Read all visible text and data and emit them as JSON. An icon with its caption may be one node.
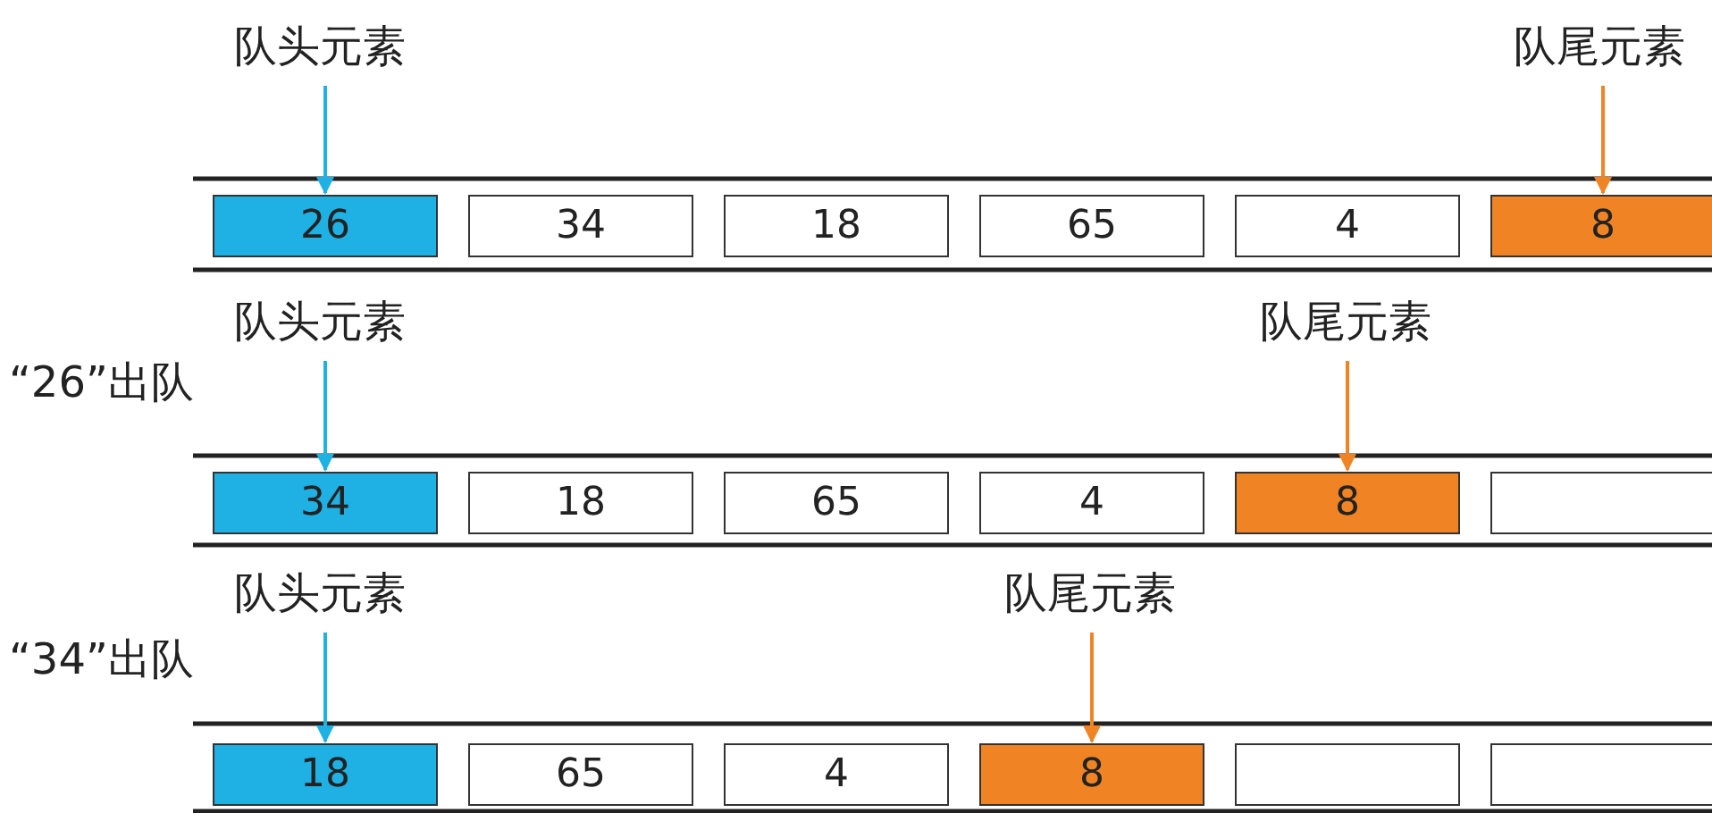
{
  "diagram": {
    "nodes": [
      {
        "text": [
          "队头元素"
        ]
      },
      {
        "text": [
          "队尾元素"
        ]
      },
      {
        "text": [
          "26"
        ]
      },
      {
        "text": [
          "34"
        ]
      },
      {
        "text": [
          "18"
        ]
      },
      {
        "text": [
          "65"
        ]
      },
      {
        "text": [
          "4"
        ]
      },
      {
        "text": [
          "8"
        ]
      },
      {
        "text": [
          "队头元素"
        ]
      },
      {
        "text": [
          "队尾元素"
        ]
      },
      {
        "text": [
          "34"
        ]
      },
      {
        "text": [
          "18"
        ]
      },
      {
        "text": [
          "65"
        ]
      },
      {
        "text": [
          "4"
        ]
      },
      {
        "text": [
          "8"
        ]
      },
      {
        "text": [],
        "shape": "box"
      },
      {
        "text": [
          "队头元素"
        ]
      },
      {
        "text": [
          "队尾元素"
        ]
      },
      {
        "text": [
          "18"
        ]
      },
      {
        "text": [
          "65"
        ]
      },
      {
        "text": [
          "4"
        ]
      },
      {
        "text": [
          "8"
        ]
      },
      {
        "text": [],
        "shape": "box"
      },
      {
        "text": [],
        "shape": "box"
      }
    ],
    "edges": [
      {
        "from": 0,
        "to": 2,
        "arrow": "to",
        "color": "#1fb0e4"
      },
      {
        "from": 1,
        "to": 7,
        "arrow": "to",
        "color": "#f08424"
      },
      {
        "from": 8,
        "to": 10,
        "arrow": "to",
        "color": "#1fb0e4"
      },
      {
        "from": 9,
        "to": 14,
        "arrow": "to",
        "color": "#f08424"
      },
      {
        "from": 16,
        "to": 18,
        "arrow": "to",
        "color": "#1fb0e4"
      },
      {
        "from": 17,
        "to": 21,
        "arrow": "to",
        "color": "#f08424"
      }
    ],
    "labels": [
      "“26”出队",
      "“34”出队"
    ]
  }
}
